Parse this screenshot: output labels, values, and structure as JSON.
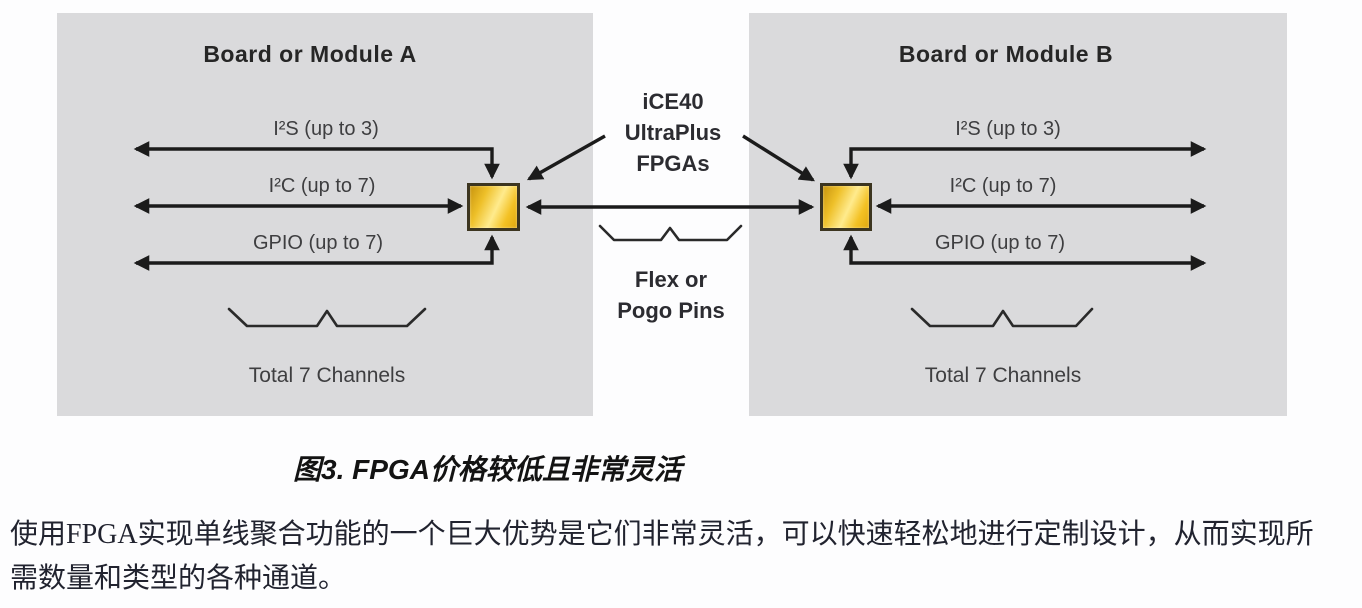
{
  "figure": {
    "board_a": {
      "title": "Board or Module A",
      "channels": [
        "I²S (up to 3)",
        "I²C (up to 7)",
        "GPIO (up to 7)"
      ],
      "total": "Total 7 Channels"
    },
    "board_b": {
      "title": "Board or Module B",
      "channels": [
        "I²S (up to 3)",
        "I²C (up to 7)",
        "GPIO (up to 7)"
      ],
      "total": "Total 7 Channels"
    },
    "center": {
      "fpga_lines": [
        "iCE40",
        "UltraPlus",
        "FPGAs"
      ],
      "connector_lines": [
        "Flex or",
        "Pogo Pins"
      ]
    },
    "colors": {
      "board_bg": "#dadadc",
      "line": "#1b1b1b",
      "chip_gold": "#f3c124",
      "chip_highlight": "#ffeb8d",
      "chip_dark_gold": "#c8940e",
      "chip_border": "#3c3520"
    }
  },
  "caption": "图3. FPGA价格较低且非常灵活",
  "body": {
    "lines": [
      "使用FPGA实现单线聚合功能的一个巨大优势是它们非常灵活，可以快速轻松地进行定制设计，从而实现所",
      "需数量和类型的各种通道。"
    ]
  }
}
